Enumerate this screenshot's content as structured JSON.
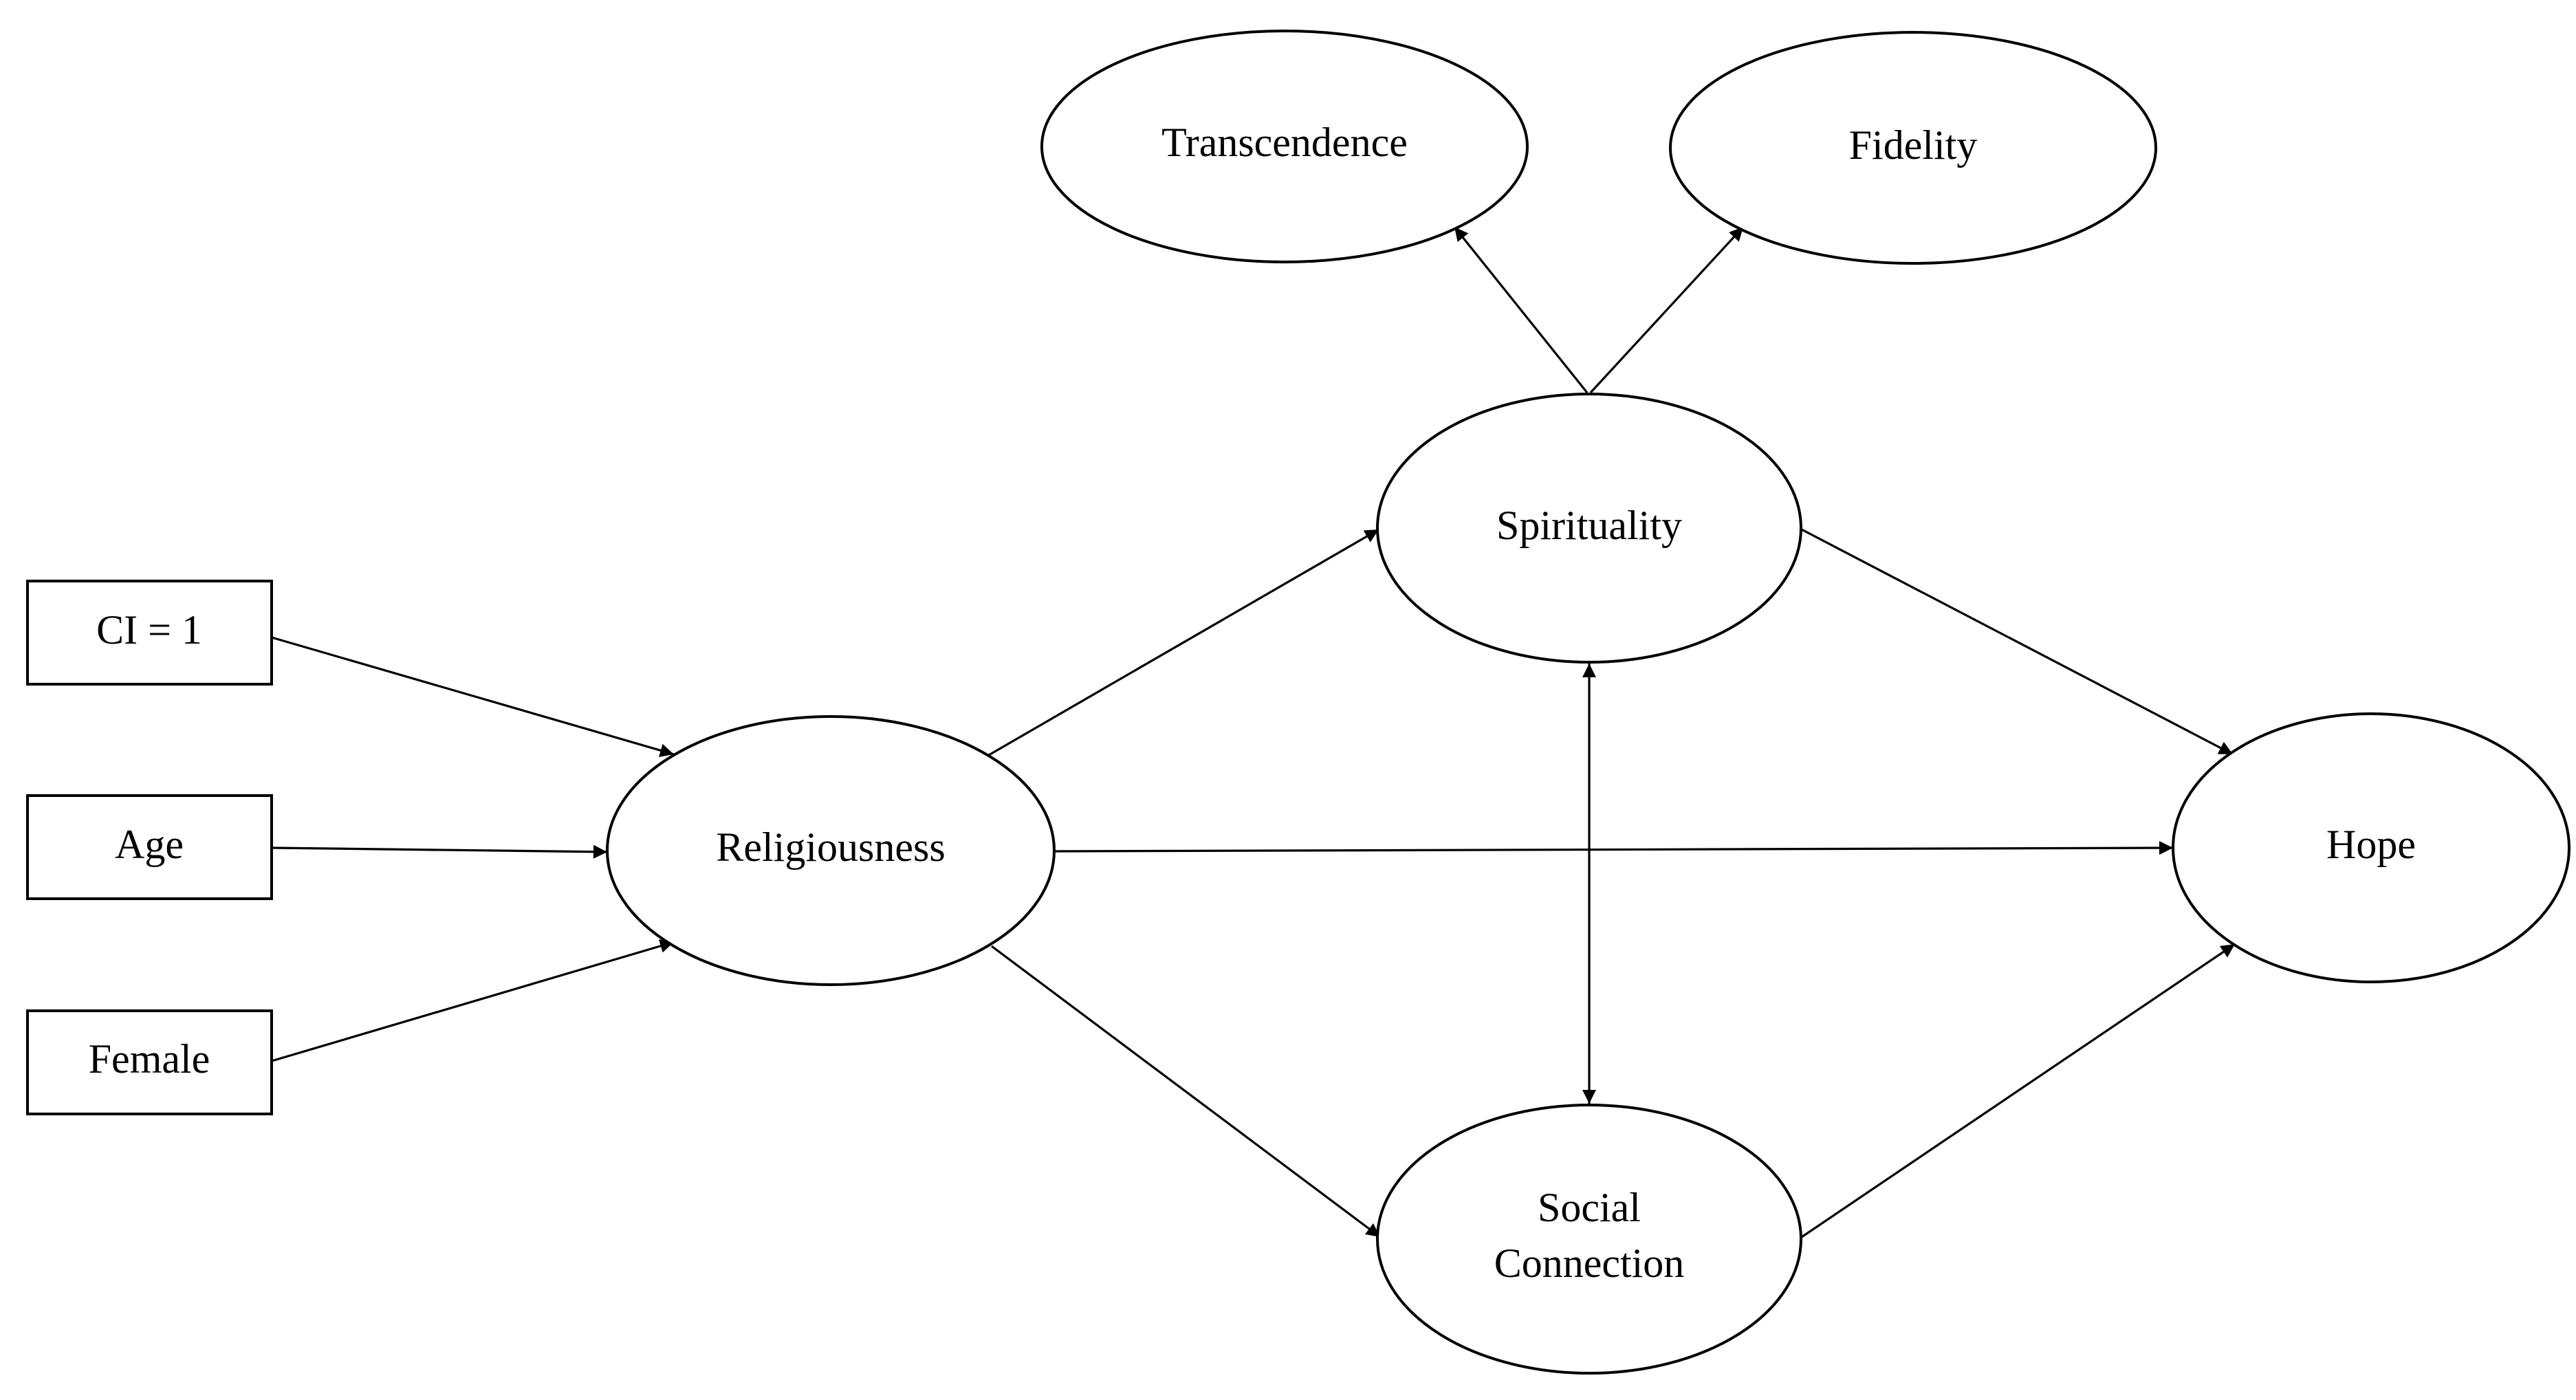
{
  "diagram": {
    "nodes": {
      "ci": {
        "label": "CI = 1",
        "shape": "rectangle"
      },
      "age": {
        "label": "Age",
        "shape": "rectangle"
      },
      "female": {
        "label": "Female",
        "shape": "rectangle"
      },
      "religiousness": {
        "label": "Religiousness",
        "shape": "ellipse"
      },
      "spirituality": {
        "label": "Spirituality",
        "shape": "ellipse"
      },
      "transcendence": {
        "label": "Transcendence",
        "shape": "ellipse"
      },
      "fidelity": {
        "label": "Fidelity",
        "shape": "ellipse"
      },
      "social_connection": {
        "label_line1": "Social",
        "label_line2": "Connection",
        "shape": "ellipse"
      },
      "hope": {
        "label": "Hope",
        "shape": "ellipse"
      }
    },
    "edges": [
      {
        "from": "CI = 1",
        "to": "Religiousness",
        "direction": "one-way"
      },
      {
        "from": "Age",
        "to": "Religiousness",
        "direction": "one-way"
      },
      {
        "from": "Female",
        "to": "Religiousness",
        "direction": "one-way"
      },
      {
        "from": "Religiousness",
        "to": "Spirituality",
        "direction": "one-way"
      },
      {
        "from": "Religiousness",
        "to": "Hope",
        "direction": "one-way"
      },
      {
        "from": "Religiousness",
        "to": "Social Connection",
        "direction": "one-way"
      },
      {
        "from": "Spirituality",
        "to": "Transcendence",
        "direction": "one-way"
      },
      {
        "from": "Spirituality",
        "to": "Fidelity",
        "direction": "one-way"
      },
      {
        "from": "Spirituality",
        "to": "Hope",
        "direction": "one-way"
      },
      {
        "from": "Social Connection",
        "to": "Hope",
        "direction": "one-way"
      },
      {
        "from": "Spirituality",
        "to": "Social Connection",
        "direction": "two-way"
      }
    ],
    "colors": {
      "stroke": "#000000",
      "fill": "#ffffff",
      "background": "#ffffff"
    }
  }
}
